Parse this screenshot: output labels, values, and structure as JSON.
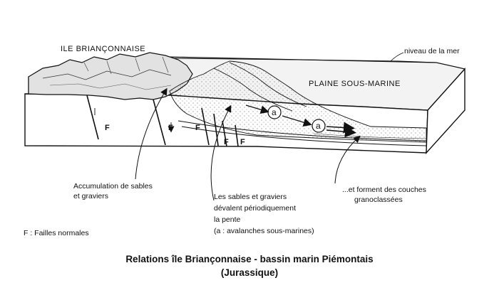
{
  "labels": {
    "ile": "ILE BRIANÇONNAISE",
    "sea_level": "niveau de la mer",
    "plain": "PLAINE SOUS-MARINE",
    "accumulation": [
      "Accumulation de sables",
      "et graviers"
    ],
    "sands": [
      "Les sables et graviers",
      "dévalent périodiquement",
      "la pente",
      "(a : avalanches sous-marines)"
    ],
    "layers": [
      "...et forment des couches",
      "granoclassées"
    ],
    "legend": "F : Failles normales"
  },
  "fault_symbol": "F",
  "avalanche_symbol": "a",
  "caption": {
    "line1": "Relations île Briançonnaise - bassin marin Piémontais",
    "line2": "(Jurassique)"
  }
}
